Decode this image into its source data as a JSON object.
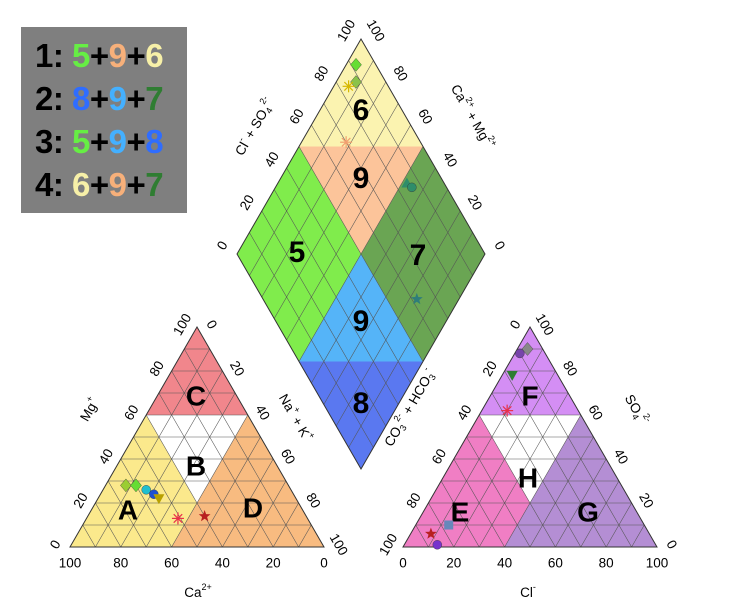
{
  "legend": [
    {
      "label": "1:",
      "parts": [
        {
          "t": "5",
          "c": "#66ee44"
        },
        {
          "t": "+",
          "c": "#000000"
        },
        {
          "t": "9",
          "c": "#f7b07a"
        },
        {
          "t": "+",
          "c": "#000000"
        },
        {
          "t": "6",
          "c": "#f7f0a8"
        }
      ]
    },
    {
      "label": "2:",
      "parts": [
        {
          "t": "8",
          "c": "#2f6dff"
        },
        {
          "t": "+",
          "c": "#000000"
        },
        {
          "t": "9",
          "c": "#44b0ff"
        },
        {
          "t": "+",
          "c": "#000000"
        },
        {
          "t": "7",
          "c": "#2f7d32"
        }
      ]
    },
    {
      "label": "3:",
      "parts": [
        {
          "t": "5",
          "c": "#66ee44"
        },
        {
          "t": "+",
          "c": "#000000"
        },
        {
          "t": "9",
          "c": "#44b0ff"
        },
        {
          "t": "+",
          "c": "#000000"
        },
        {
          "t": "8",
          "c": "#2f6dff"
        }
      ]
    },
    {
      "label": "4:",
      "parts": [
        {
          "t": "6",
          "c": "#f7f0a8"
        },
        {
          "t": "+",
          "c": "#000000"
        },
        {
          "t": "9",
          "c": "#f7b07a"
        },
        {
          "t": "+",
          "c": "#000000"
        },
        {
          "t": "7",
          "c": "#2f7d32"
        }
      ]
    }
  ],
  "colors": {
    "field_5": "#80ec4c",
    "field_6": "#fbf3b0",
    "field_7": "#6aa553",
    "field_8": "#5a78f0",
    "field_9_upper": "#fcc49a",
    "field_9_lower": "#55b4f8",
    "field_A": "#fbe98c",
    "field_C": "#f1868c",
    "field_D": "#f8bb80",
    "field_B": "#ffffff",
    "field_E": "#f07ec4",
    "field_F": "#d48ef4",
    "field_G": "#b48ed4",
    "field_H": "#ffffff"
  },
  "chart_data": [
    {
      "type": "scatter",
      "name": "cation ternary",
      "field_labels": [
        "A",
        "B",
        "C",
        "D"
      ],
      "axes": {
        "mg": "Mg+",
        "na_k": "Na+ + K+",
        "ca": "Ca2+"
      },
      "ticks": [
        "0",
        "20",
        "40",
        "60",
        "80",
        "100"
      ],
      "points": [
        {
          "ca": 64,
          "mg": 28,
          "marker": "diamond",
          "color": "#9acd32"
        },
        {
          "ca": 60,
          "mg": 28,
          "marker": "diamond",
          "color": "#66dd33"
        },
        {
          "ca": 57,
          "mg": 26,
          "marker": "circle",
          "color": "#1fbfd0"
        },
        {
          "ca": 55,
          "mg": 24,
          "marker": "circle",
          "color": "#1f4fd0"
        },
        {
          "ca": 54,
          "mg": 22,
          "marker": "triangle-down",
          "color": "#b8a000"
        },
        {
          "ca": 51,
          "mg": 13,
          "marker": "asterisk",
          "color": "#e8304a"
        },
        {
          "ca": 40,
          "mg": 14,
          "marker": "star",
          "color": "#b82020"
        }
      ]
    },
    {
      "type": "scatter",
      "name": "anion ternary",
      "field_labels": [
        "E",
        "F",
        "G",
        "H"
      ],
      "axes": {
        "co3_hco3": "CO32- + HCO3-",
        "so4": "SO42-",
        "cl": "Cl-"
      },
      "ticks": [
        "0",
        "20",
        "40",
        "60",
        "80",
        "100"
      ],
      "points": [
        {
          "cl": 4,
          "so4": 90,
          "marker": "diamond",
          "color": "#888888"
        },
        {
          "cl": 2,
          "so4": 88,
          "marker": "circle",
          "color": "#7744aa"
        },
        {
          "cl": 4,
          "so4": 78,
          "marker": "triangle-down",
          "color": "#2f7d32"
        },
        {
          "cl": 10,
          "so4": 62,
          "marker": "asterisk",
          "color": "#e8304a"
        },
        {
          "cl": 8,
          "so4": 6,
          "marker": "star",
          "color": "#b82020"
        },
        {
          "cl": 13,
          "so4": 10,
          "marker": "square",
          "color": "#6688bb"
        },
        {
          "cl": 13,
          "so4": 1,
          "marker": "circle",
          "color": "#7733cc"
        }
      ]
    },
    {
      "type": "scatter",
      "name": "diamond",
      "field_labels": [
        "5",
        "6",
        "7",
        "8",
        "9",
        "9"
      ],
      "axes": {
        "left": "Cl- + SO42-",
        "right": "Ca2+ + Mg2+"
      },
      "ticks": [
        "0",
        "20",
        "40",
        "60",
        "80",
        "100"
      ],
      "points": [
        {
          "sc": 96,
          "ca_mg": 92,
          "marker": "diamond",
          "color": "#66dd33"
        },
        {
          "sc": 92,
          "ca_mg": 88,
          "marker": "diamond",
          "color": "#8bc34a"
        },
        {
          "sc": 94,
          "ca_mg": 84,
          "marker": "asterisk",
          "color": "#d6b800"
        },
        {
          "sc": 82,
          "ca_mg": 70,
          "marker": "asterisk",
          "color": "#f2a070"
        },
        {
          "sc": 48,
          "ca_mg": 85,
          "marker": "triangle-up",
          "color": "#2f8d6a"
        },
        {
          "sc": 45,
          "ca_mg": 86,
          "marker": "circle",
          "color": "#2f8d6a"
        },
        {
          "sc": 17,
          "ca_mg": 62,
          "marker": "star",
          "color": "#2f7d7a"
        }
      ]
    }
  ]
}
